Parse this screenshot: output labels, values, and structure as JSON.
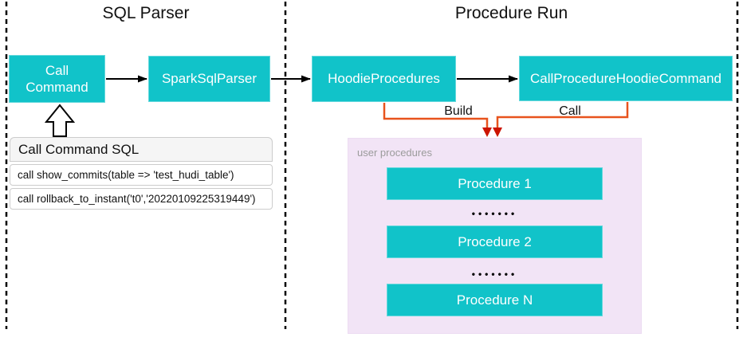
{
  "titles": {
    "sql_parser": "SQL Parser",
    "procedure_run": "Procedure Run"
  },
  "nodes": {
    "call_command": "Call Command",
    "spark_sql_parser": "SparkSqlParser",
    "hoodie_procedures": "HoodieProcedures",
    "call_procedure_hoodie_command": "CallProcedureHoodieCommand"
  },
  "edge_labels": {
    "build": "Build",
    "call": "Call"
  },
  "sql_panel": {
    "header": "Call Command SQL",
    "rows": [
      "call show_commits(table => 'test_hudi_table')",
      "call rollback_to_instant('t0','20220109225319449')"
    ]
  },
  "user_procedures": {
    "label": "user procedures",
    "items": [
      "Procedure 1",
      "Procedure 2",
      "Procedure N"
    ],
    "dots": "•••••••"
  },
  "colors": {
    "node_fill": "#11c3c9",
    "node_text": "#ffffff",
    "user_procedures_fill": "#f2e4f6",
    "connector_orange": "#e8531d",
    "arrowhead_red": "#cc1400",
    "line_black": "#000000",
    "panel_header_fill": "#f5f5f5",
    "panel_border": "#cccccc",
    "muted_label": "#9b9b9b"
  }
}
